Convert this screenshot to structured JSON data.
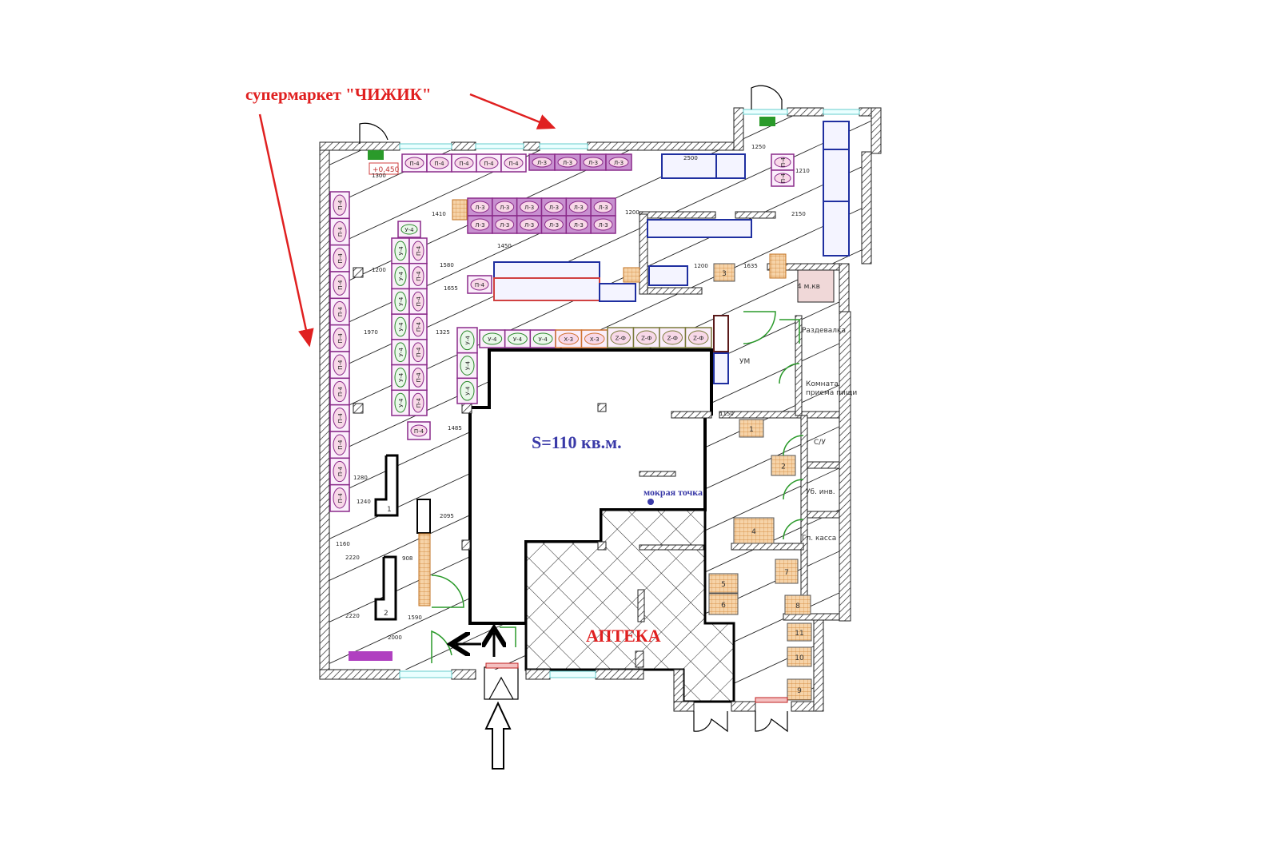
{
  "annotations": {
    "store_name": "супермаркет \"ЧИЖИК\"",
    "area": "S=110 кв.м.",
    "wet_point": "мокрая точка",
    "pharmacy": "АПТЕКА",
    "level_mark": "+0,450"
  },
  "rooms": {
    "changing_room": "Раздевалка",
    "eating_room_1": "Комната",
    "eating_room_2": "приема пищи",
    "toilet": "С/У",
    "cleaning": "Уб. инв.",
    "main_cash": "Гл. касса",
    "um": "УМ",
    "small_room": "4 м.кв"
  },
  "shelf_labels": {
    "p4": "П-4",
    "u4": "У-4",
    "l3": "Л-3",
    "x3": "Х-3",
    "zf": "Z-Ф"
  },
  "dimensions": [
    "1200",
    "1970",
    "1410",
    "1580",
    "1655",
    "1325",
    "1485",
    "2095",
    "2220",
    "2220",
    "1590",
    "1150",
    "2150",
    "1250",
    "2500",
    "1210",
    "1200",
    "1450",
    "1200",
    "1635",
    "1280",
    "1240",
    "1160",
    "908",
    "2000",
    "1300"
  ],
  "checkouts": [
    "1",
    "2"
  ],
  "pallets": [
    "1",
    "2",
    "3",
    "4",
    "5",
    "6",
    "7",
    "8",
    "9",
    "10",
    "11"
  ],
  "colors": {
    "annotation_red": "#e02020",
    "area_blue": "#3a3aa8",
    "shelf_purple": "#8a2a8a",
    "cooler_blue": "#1f2fa0",
    "pallet_orange": "#e8a050"
  }
}
